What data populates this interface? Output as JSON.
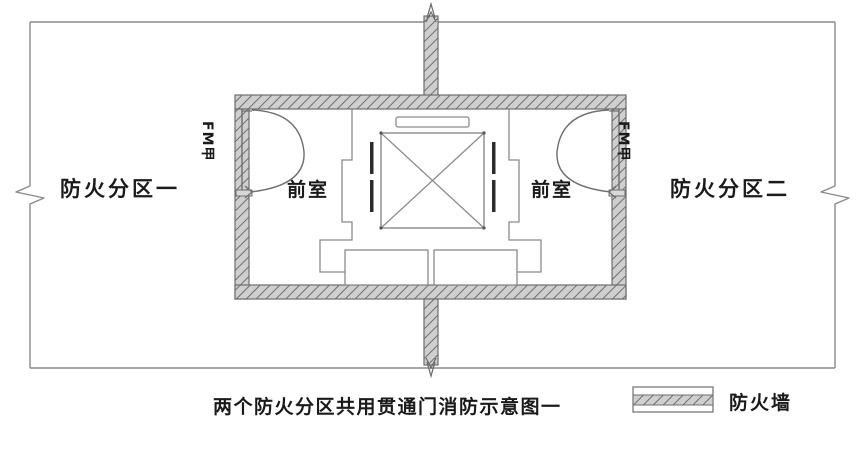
{
  "diagram": {
    "title_caption": "两个防火分区共用贯通门消防示意图一",
    "zones": [
      {
        "id": "zone-left",
        "label": "防火分区一"
      },
      {
        "id": "zone-right",
        "label": "防火分区二"
      }
    ],
    "rooms": [
      {
        "id": "antechamber-left",
        "label": "前室"
      },
      {
        "id": "antechamber-right",
        "label": "前室"
      }
    ],
    "doors": [
      {
        "id": "fire-door-left",
        "label": "FM甲"
      },
      {
        "id": "fire-door-right",
        "label": "FM甲"
      }
    ],
    "legend": {
      "swatch_name": "fire-wall-hatch-swatch",
      "label": "防火墙"
    },
    "colors": {
      "outline": "#7a7a7a",
      "wall_fill": "#c9c9c9",
      "hatch": "#6e6e6e",
      "text": "#1a1a1a",
      "background": "#ffffff"
    },
    "break_symbols": [
      {
        "id": "break-left-boundary"
      },
      {
        "id": "break-right-boundary"
      },
      {
        "id": "break-top-wall"
      },
      {
        "id": "break-bottom-wall"
      }
    ]
  }
}
